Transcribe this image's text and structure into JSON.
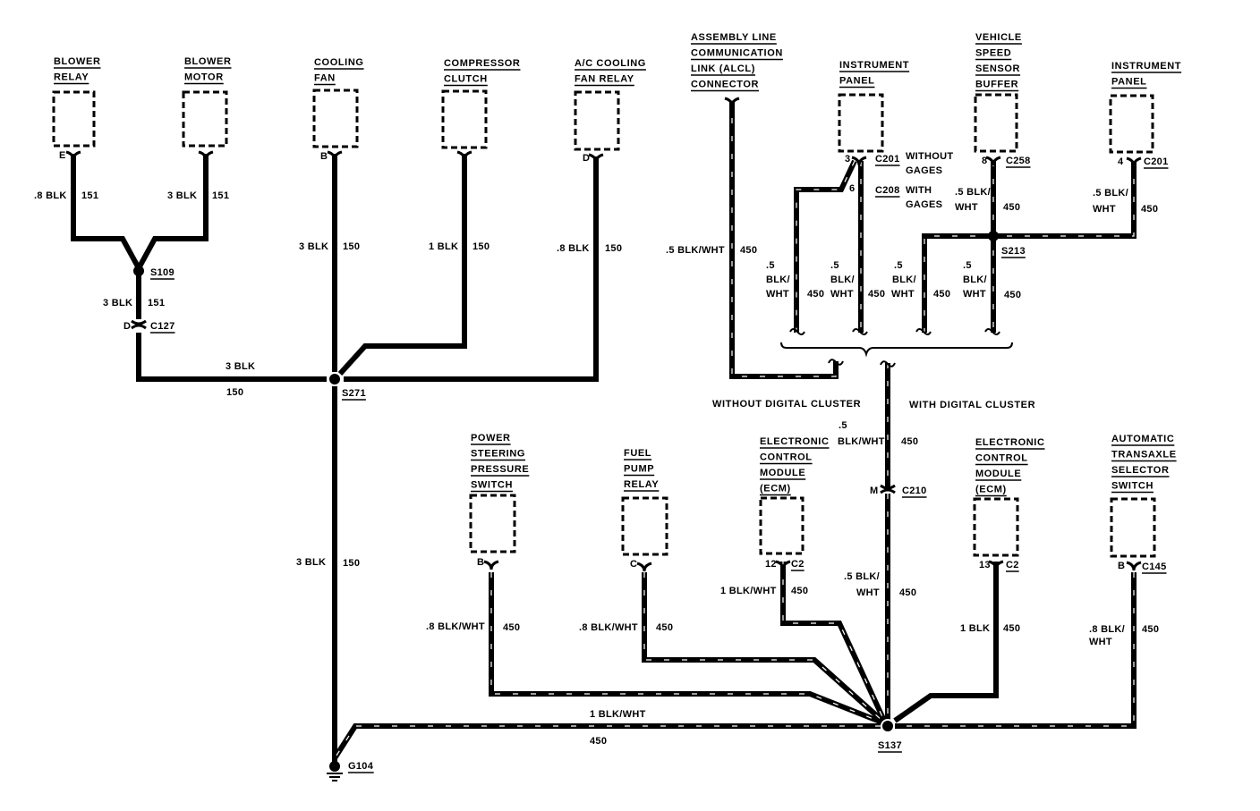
{
  "diagram": {
    "colors": {
      "wire": "#000000",
      "stripe": "#ffffff",
      "background": "#ffffff"
    },
    "components": [
      {
        "id": "blower-relay",
        "title": [
          "BLOWER",
          "RELAY"
        ],
        "pin": "E",
        "connector": ""
      },
      {
        "id": "blower-motor",
        "title": [
          "BLOWER",
          "MOTOR"
        ],
        "pin": "",
        "connector": ""
      },
      {
        "id": "cooling-fan",
        "title": [
          "COOLING",
          "FAN"
        ],
        "pin": "B",
        "connector": ""
      },
      {
        "id": "compressor-clutch",
        "title": [
          "COMPRESSOR",
          "CLUTCH"
        ],
        "pin": "",
        "connector": ""
      },
      {
        "id": "ac-cooling-fan-relay",
        "title": [
          "A/C COOLING",
          "FAN RELAY"
        ],
        "pin": "D",
        "connector": ""
      },
      {
        "id": "alcl-connector",
        "title": [
          "ASSEMBLY LINE",
          "COMMUNICATION",
          "LINK (ALCL)",
          "CONNECTOR"
        ],
        "pin": "",
        "connector": ""
      },
      {
        "id": "instrument-panel-1",
        "title": [
          "INSTRUMENT",
          "PANEL"
        ],
        "pin": "3",
        "connector": "C201",
        "pin2": "6",
        "connector2": "C208",
        "note1": [
          "WITHOUT",
          "GAGES"
        ],
        "note2": [
          "WITH",
          "GAGES"
        ]
      },
      {
        "id": "vss-buffer",
        "title": [
          "VEHICLE",
          "SPEED",
          "SENSOR",
          "BUFFER"
        ],
        "pin": "8",
        "connector": "C258"
      },
      {
        "id": "instrument-panel-2",
        "title": [
          "INSTRUMENT",
          "PANEL"
        ],
        "pin": "4",
        "connector": "C201"
      },
      {
        "id": "ps-pressure-switch",
        "title": [
          "POWER",
          "STEERING",
          "PRESSURE",
          "SWITCH"
        ],
        "pin": "B",
        "connector": ""
      },
      {
        "id": "fuel-pump-relay",
        "title": [
          "FUEL",
          "PUMP",
          "RELAY"
        ],
        "pin": "C",
        "connector": ""
      },
      {
        "id": "ecm-1",
        "title": [
          "ELECTRONIC",
          "CONTROL",
          "MODULE",
          "(ECM)"
        ],
        "pin": "12",
        "connector": "C2"
      },
      {
        "id": "ecm-2",
        "title": [
          "ELECTRONIC",
          "CONTROL",
          "MODULE",
          "(ECM)"
        ],
        "pin": "13",
        "connector": "C2"
      },
      {
        "id": "trans-selector",
        "title": [
          "AUTOMATIC",
          "TRANSAXLE",
          "SELECTOR",
          "SWITCH"
        ],
        "pin": "B",
        "connector": "C145"
      }
    ],
    "wire_labels": {
      "blower_relay": {
        "size": ".8 BLK",
        "circuit": "151"
      },
      "blower_motor": {
        "size": "3 BLK",
        "circuit": "151"
      },
      "s109_down": {
        "size": "3 BLK",
        "circuit": "151"
      },
      "c127_to_s271": {
        "size": "3 BLK",
        "circuit": "150"
      },
      "cooling_fan": {
        "size": "3 BLK",
        "circuit": "150"
      },
      "compressor": {
        "size": "1 BLK",
        "circuit": "150"
      },
      "ac_relay": {
        "size": ".8 BLK",
        "circuit": "150"
      },
      "s271_to_g104": {
        "size": "3 BLK",
        "circuit": "150"
      },
      "alcl": {
        "size": ".5 BLK/WHT",
        "circuit": "450"
      },
      "ip_a": {
        "size": [
          ".5",
          "BLK/",
          "WHT"
        ],
        "circuit": "450"
      },
      "ip_b": {
        "size": [
          ".5",
          "BLK/",
          "WHT"
        ],
        "circuit": "450"
      },
      "s213_left": {
        "size": [
          ".5",
          "BLK/",
          "WHT"
        ],
        "circuit": "450"
      },
      "s213_down": {
        "size": [
          ".5",
          "BLK/",
          "WHT"
        ],
        "circuit": "450"
      },
      "vss": {
        "size": [
          ".5 BLK/",
          "WHT"
        ],
        "circuit": "450"
      },
      "ip2": {
        "size": [
          ".5 BLK/",
          "WHT"
        ],
        "circuit": "450"
      },
      "digital_upper": {
        "size": [
          ".5",
          "BLK/WHT"
        ],
        "circuit": "450"
      },
      "digital_lower": {
        "size": [
          ".5 BLK/",
          "WHT"
        ],
        "circuit": "450"
      },
      "ps_switch": {
        "size": ".8 BLK/WHT",
        "circuit": "450"
      },
      "fuel_pump": {
        "size": ".8 BLK/WHT",
        "circuit": "450"
      },
      "ecm1": {
        "size": "1 BLK/WHT",
        "circuit": "450"
      },
      "ecm2": {
        "size": "1 BLK",
        "circuit": "450"
      },
      "trans": {
        "size": [
          ".8 BLK/",
          "WHT"
        ],
        "circuit": "450"
      },
      "s137_to_g104": {
        "size": "1 BLK/WHT",
        "circuit": "450"
      }
    },
    "splices": {
      "s109": "S109",
      "s271": "S271",
      "s213": "S213",
      "s137": "S137"
    },
    "connectors": {
      "c127": {
        "name": "C127",
        "pin": "D"
      },
      "c210": {
        "name": "C210",
        "pin": "M"
      }
    },
    "ground": "G104",
    "options": {
      "without_digital": "WITHOUT DIGITAL CLUSTER",
      "with_digital": "WITH DIGITAL CLUSTER"
    }
  }
}
